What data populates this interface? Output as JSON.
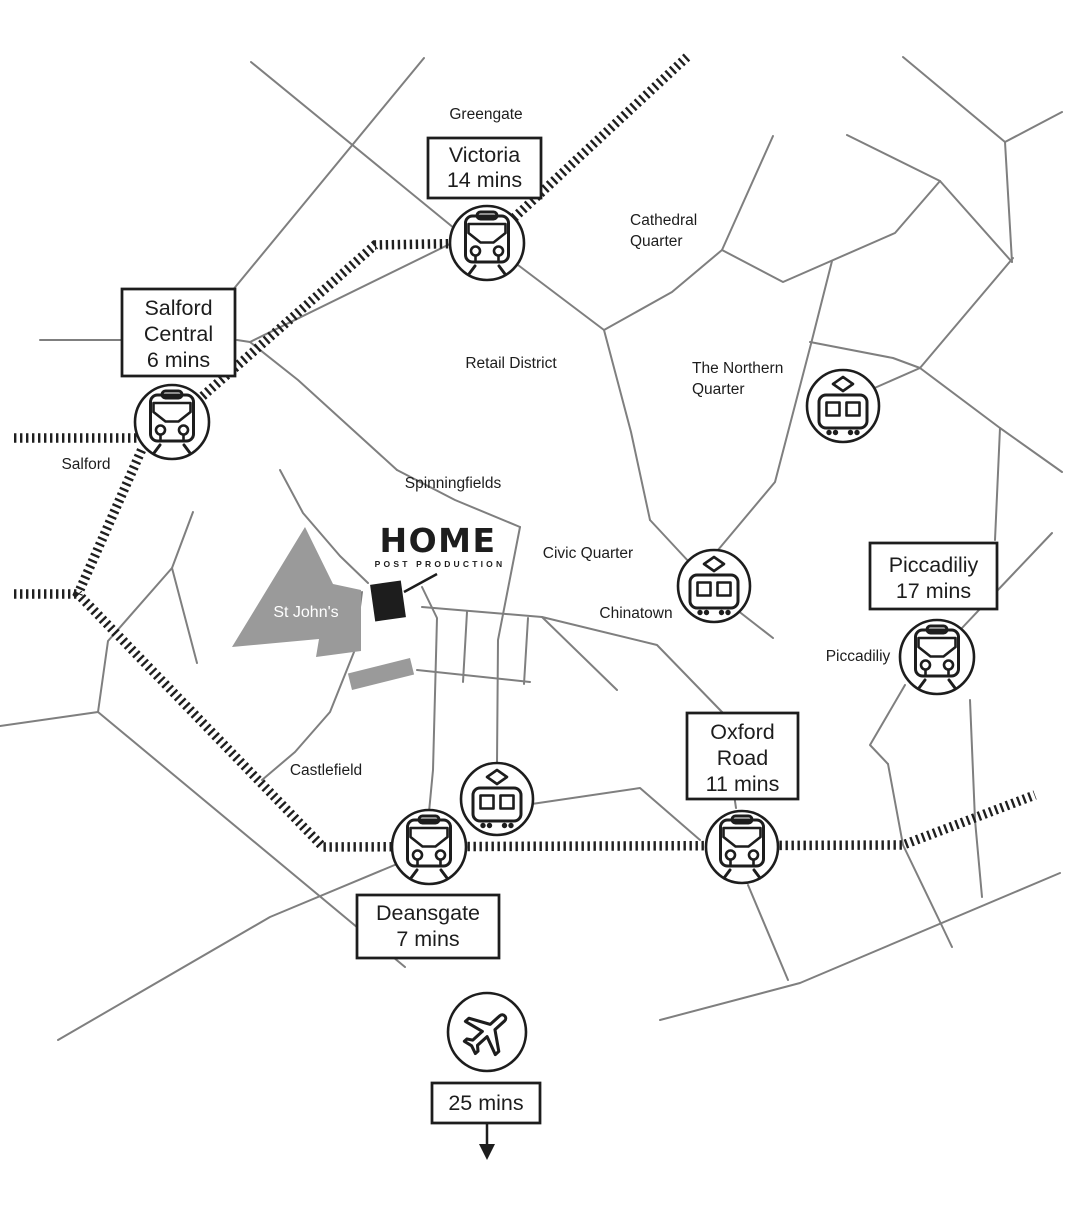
{
  "colors": {
    "background": "#ffffff",
    "road": "#7f7f7f",
    "railway": "#1f1f1f",
    "text": "#1d1d1d",
    "district_fill": "#9a9a9a",
    "building_marker": "#1d1d1d"
  },
  "logo": {
    "title": "HOME",
    "subtitle": "POST PRODUCTION"
  },
  "areas": {
    "greengate": "Greengate",
    "cathedral_quarter_line1": "Cathedral",
    "cathedral_quarter_line2": "Quarter",
    "retail_district": "Retail District",
    "northern_quarter_line1": "The Northern",
    "northern_quarter_line2": "Quarter",
    "spinningfields": "Spinningfields",
    "salford": "Salford",
    "st_johns": "St John's",
    "civic_quarter": "Civic Quarter",
    "chinatown": "Chinatown",
    "piccadilly": "Piccadiliy",
    "castlefield": "Castlefield"
  },
  "stations": {
    "victoria": {
      "line1": "Victoria",
      "line2": "14 mins"
    },
    "salford_central": {
      "line1": "Salford",
      "line2": "Central",
      "line3": "6 mins"
    },
    "piccadilly": {
      "line1": "Piccadiliy",
      "line2": "17 mins"
    },
    "oxford_road": {
      "line1": "Oxford",
      "line2": "Road",
      "line3": "11 mins"
    },
    "deansgate": {
      "line1": "Deansgate",
      "line2": "7 mins"
    },
    "airport": {
      "line1": "25 mins"
    }
  },
  "icons": {
    "train": "train-icon",
    "tram": "tram-icon",
    "plane": "airplane-icon"
  }
}
